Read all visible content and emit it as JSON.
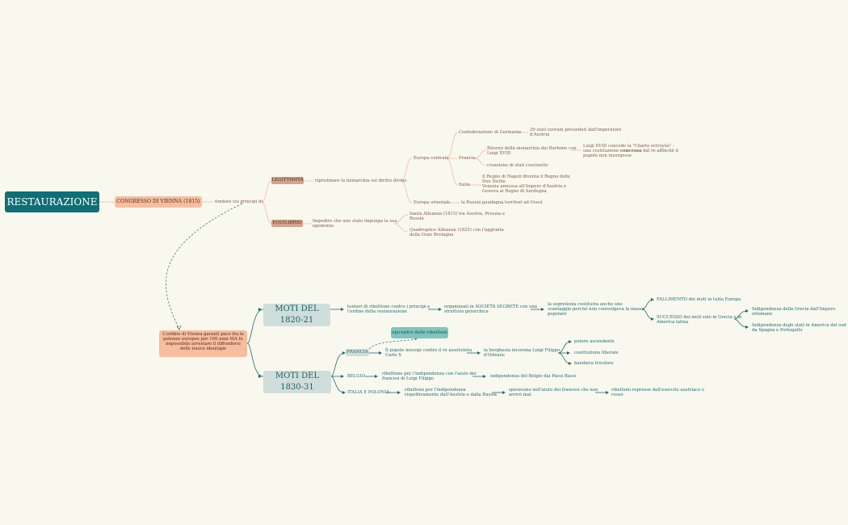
{
  "root": "RESTAURAZIONE",
  "congresso": "CONGRESSO DI VIENNA (1815)",
  "fondato": "fondato sui principi di",
  "legittimita": {
    "tag": "LEGITTIMITÀ",
    "desc": "ripristinare la monarchia sul diritto divino",
    "europa_centrale": "Europa centrale",
    "confederazione": "Confederazione di Germania",
    "conf_desc": [
      "39 stati sovrani presieduti dall'imperatore",
      "d'Austria"
    ],
    "francia": "Francia",
    "ritorno": [
      "Ritorno della monarchia dei Borbone con",
      "Luigi XVIII"
    ],
    "luigi": [
      "Luigi XVIII concede la \"Charte octroyée\" -",
      "una costituzione",
      "concessa",
      " dal re affinché il",
      "popolo non insorgesse"
    ],
    "creazione": "creazione di stati cuscinetto",
    "italia": "Italia",
    "italia_desc": [
      "Il Regno di Napoli diventa il Regno delle",
      "Due Sicilie",
      "Venezia annessa all'Impero d'Austria   e",
      "Genova al Regno di Sardegna"
    ],
    "europa_orientale": "Europa orientale",
    "russia": "la Russia guadagna territori ad Ovest"
  },
  "equilibrio": {
    "tag": "EQUILIBRIO",
    "desc": [
      "Impedire che uno stato imponga la sua",
      "egemonia"
    ],
    "santa": [
      "Santa Alleanza (1815) tra Austria, Prussia e",
      "Russia"
    ],
    "quadruplice": [
      "Quadruplice Alleanza (1825) con l'aggiunta",
      "della Gran Bretagna"
    ]
  },
  "ordine": [
    "L'ordine di Vienna garantì pace fra le",
    "potenze europee per 100 anni MA fu",
    "impossibile arrestare il diffondersi",
    "delle nuove ideologie"
  ],
  "moti1820": {
    "title": "MOTI DEL 1820-21",
    "tentativi": [
      "tentavi di ribellione contro i principi e",
      "l'ordine della restaurazione"
    ],
    "organizzati": [
      "organizzati in SOCIETÀ SEGRETE con una",
      "struttura gerarchica"
    ],
    "segretezza": [
      "la segretezza costituiva anche uno",
      "svantaggio perché non coinvolgeva la massa",
      "popolare"
    ],
    "fallimento": "FALLIMENTO dei moti in tutta Europa",
    "successo": [
      "SUCCESSO dei moti solo in Grecia e in",
      "America latina"
    ],
    "grecia": [
      "Indipendenza della Grecia dall'Impero",
      "ottomano"
    ],
    "america": [
      "Indipendenza degli stati in America del sud",
      "da Spagna e Portogallo"
    ]
  },
  "moti1830": {
    "title": "MOTI DEL 1830-31",
    "epicentro": "epicentro delle ribellioni",
    "francia": "FRANCIA",
    "popolo": [
      "Il popolo insorge contro il re assolutista",
      "Carlo X"
    ],
    "borghesia": [
      "la borghesia incorona Luigi Filippo",
      "d'Orleans"
    ],
    "potere": "potere ascendente",
    "costituzione": "costituzione liberale",
    "bandiera": "bandiera tricolore",
    "belgio": "BELGIO",
    "belgio_desc": [
      "ribellione per l'indipendenza con l'aiuto dei",
      "francesi di Luigi Filippo"
    ],
    "belgio_ind": "indipendenza del Belgio dai Paesi Bassi",
    "italia_polonia": "ITALIA E POLONIA",
    "ip_desc": [
      "ribellioni per l'indipendenza",
      "rispettivamente dall'Austria e dalla Russia"
    ],
    "speravano": [
      "speravano nell'aiuto dei francesi che non",
      "arrivò mai"
    ],
    "represse": [
      "ribellioni represse dall'esercito austriaco e",
      "russo"
    ]
  },
  "colors": {
    "teal": "#0e6f76",
    "peach": "#f7bd9e",
    "brown": "#d4a48a",
    "bg": "#f9f8ee"
  }
}
